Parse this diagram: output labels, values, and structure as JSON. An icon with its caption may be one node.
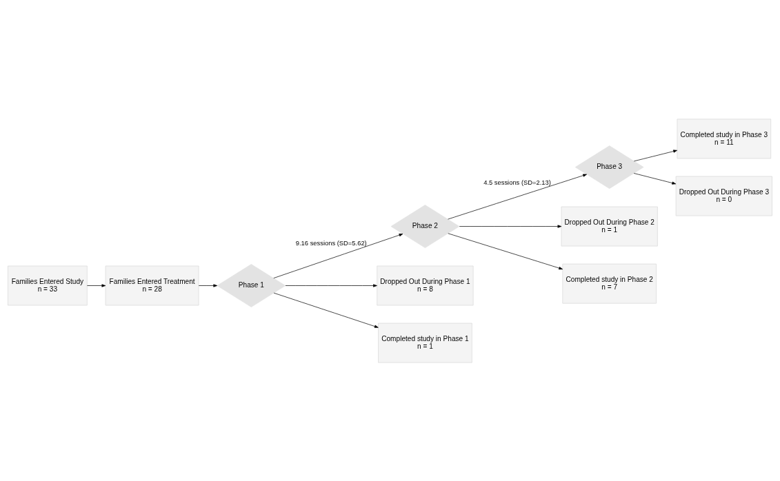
{
  "diagram": {
    "nodes": [
      {
        "text": [
          "Families Entered Study",
          "n = 33"
        ]
      },
      {
        "text": [
          "Families Entered Treatment",
          "n = 28"
        ]
      },
      {
        "text": [
          "Phase 1"
        ]
      },
      {
        "text": [
          "Phase 2"
        ]
      },
      {
        "text": [
          "Dropped Out During Phase 1",
          "n = 8"
        ]
      },
      {
        "text": [
          "Completed study in Phase 1",
          "n = 1"
        ]
      },
      {
        "text": [
          "Phase 3"
        ]
      },
      {
        "text": [
          "Dropped Out During Phase 2",
          "n = 1"
        ]
      },
      {
        "text": [
          "Completed study in Phase 2",
          "n = 7"
        ]
      },
      {
        "text": [
          "Completed study in Phase 3",
          "n = 11"
        ]
      },
      {
        "text": [
          "Dropped Out During Phase 3",
          "n = 0"
        ]
      }
    ],
    "edges": [
      {
        "from": 0,
        "to": 1,
        "arrow": "to"
      },
      {
        "from": 1,
        "to": 2,
        "arrow": "to"
      },
      {
        "from": 2,
        "to": 3,
        "arrow": "to",
        "label": "9.16 sessions (SD=5.62)"
      },
      {
        "from": 2,
        "to": 4,
        "arrow": "to"
      },
      {
        "from": 2,
        "to": 5,
        "arrow": "to"
      },
      {
        "from": 3,
        "to": 6,
        "arrow": "to",
        "label": "4.5 sessions (SD=2.13)"
      },
      {
        "from": 3,
        "to": 7,
        "arrow": "to"
      },
      {
        "from": 3,
        "to": 8,
        "arrow": "to"
      },
      {
        "from": 6,
        "to": 9,
        "arrow": "to"
      },
      {
        "from": 6,
        "to": 10,
        "arrow": "to"
      }
    ]
  }
}
